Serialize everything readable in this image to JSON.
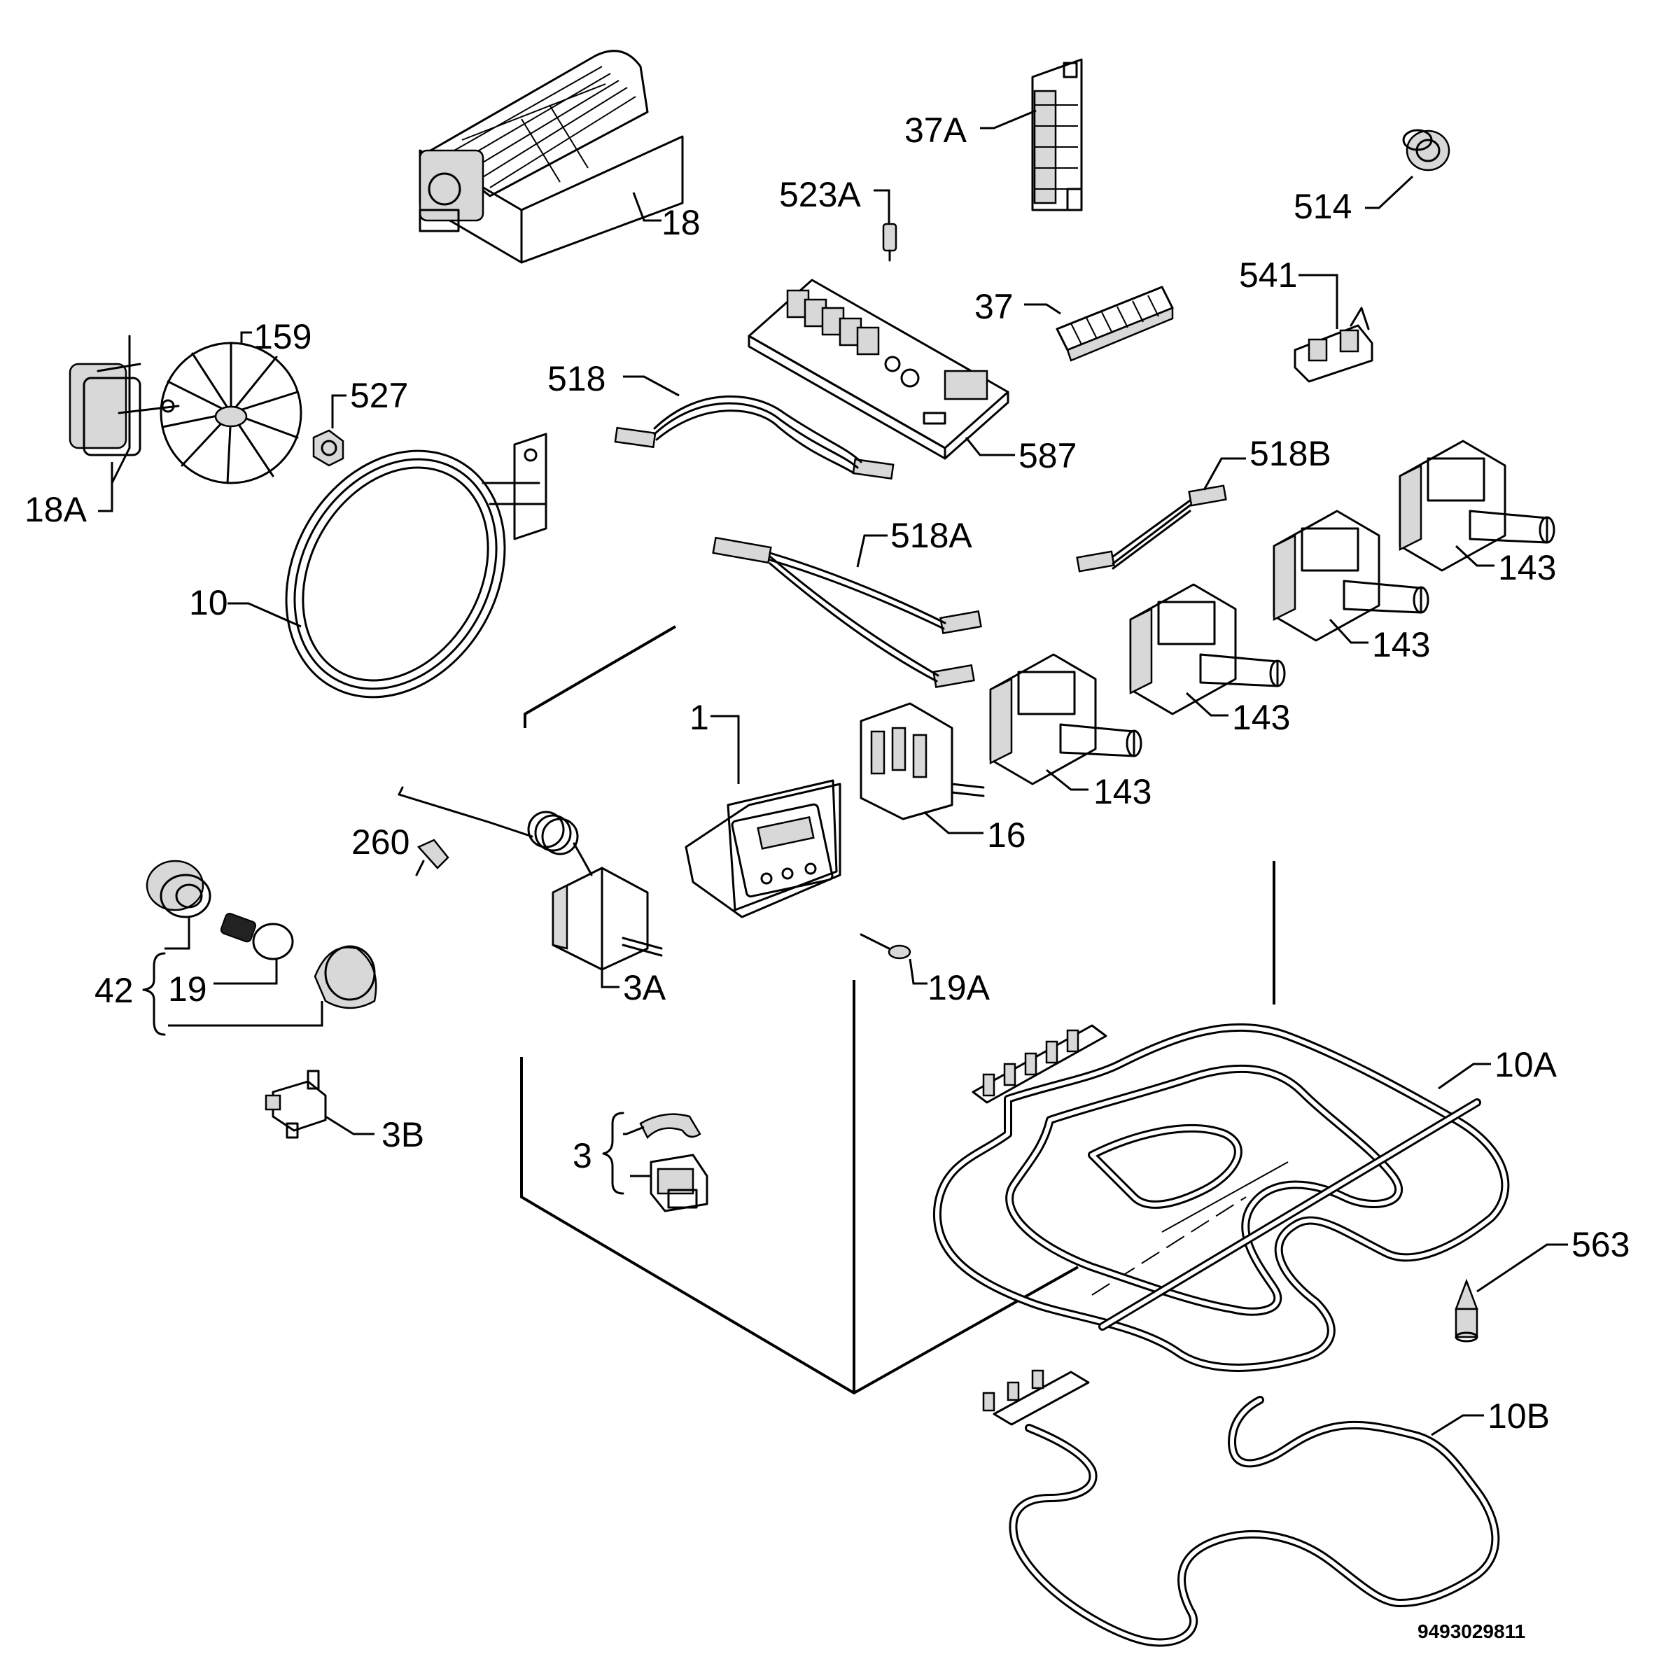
{
  "diagram": {
    "labels": {
      "l18": "18",
      "l18A": "18A",
      "l159": "159",
      "l527": "527",
      "l10": "10",
      "l37A": "37A",
      "l523A": "523A",
      "l514": "514",
      "l37": "37",
      "l541": "541",
      "l518": "518",
      "l587": "587",
      "l518B": "518B",
      "l518A": "518A",
      "l143a": "143",
      "l143b": "143",
      "l143c": "143",
      "l143d": "143",
      "l1": "1",
      "l16": "16",
      "l260": "260",
      "l3A": "3A",
      "l19A": "19A",
      "l42": "42",
      "l19": "19",
      "l10A": "10A",
      "l3B": "3B",
      "l3": "3",
      "l563": "563",
      "l10B": "10B"
    },
    "drawing_number": "9493029811"
  }
}
